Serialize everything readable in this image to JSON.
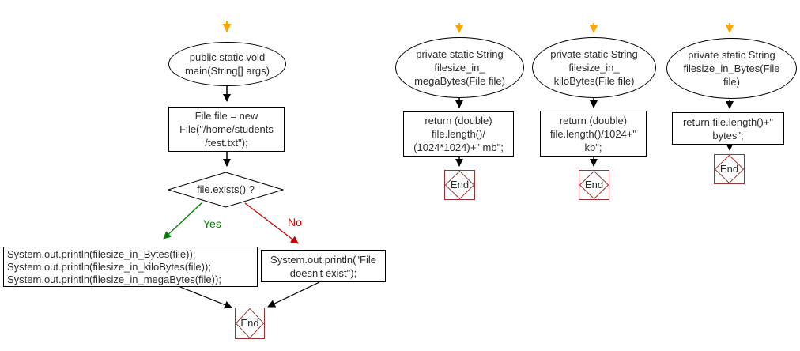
{
  "colors": {
    "background": "#ffffff",
    "node_border": "#000000",
    "text": "#2b2b2b",
    "start_arrow_orange": "#ffa500",
    "yes_green": "#008000",
    "no_red": "#cc0000",
    "end_node_border": "#993333"
  },
  "main_flow": {
    "start_label": "public static void\nmain(String[] args)",
    "declare_label": "File file = new\nFile(\"/home/students\n/test.txt\");",
    "decision_label": "file.exists() ?",
    "yes_label": "Yes",
    "no_label": "No",
    "print_lines": [
      "System.out.println(filesize_in_Bytes(file));",
      "System.out.println(filesize_in_kiloBytes(file));",
      "System.out.println(filesize_in_megaBytes(file));"
    ],
    "not_exist_label": "System.out.println(\"File\ndoesn't exist\");",
    "end_label": "End"
  },
  "megabytes_flow": {
    "start_label": "private static String\nfilesize_in_\nmegaBytes(File file)",
    "return_label": "return (double)\nfile.length()/\n(1024*1024)+\" mb\";",
    "end_label": "End"
  },
  "kilobytes_flow": {
    "start_label": "private static String\nfilesize_in_\nkiloBytes(File file)",
    "return_label": "return (double)\nfile.length()/1024+\"\nkb\";",
    "end_label": "End"
  },
  "bytes_flow": {
    "start_label": "private static String\nfilesize_in_Bytes(File\nfile)",
    "return_label": "return file.length()+\"\nbytes\";",
    "end_label": "End"
  }
}
